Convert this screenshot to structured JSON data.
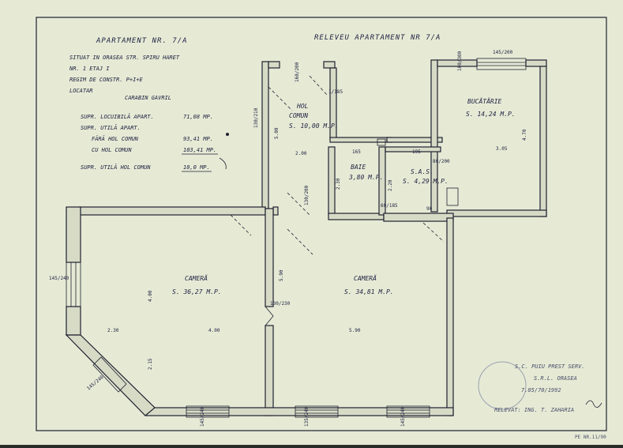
{
  "header": {
    "left_title": "APARTAMENT NR. 7/A",
    "center_title": "RELEVEU APARTAMENT NR 7/A"
  },
  "info": {
    "line1": "SITUAT IN ORASEA STR. SPIRU HARET",
    "line2": "NR. 1 ETAJ I",
    "line3": "REGIM DE CONSTR. P+I+E",
    "line4_key": "LOCATAR",
    "line4_val": "CARABIN GAVRIL"
  },
  "areas": {
    "locuibila_label": "SUPR. LOCUIBILĂ APART.",
    "locuibila_val": "71,08 MP.",
    "utila_label": "SUPR. UTILĂ APART.",
    "fara_label": "FĂRĂ HOL COMUN",
    "fara_val": "93,41 MP.",
    "cu_label": "CU HOL COMUN",
    "cu_val": "103,41 MP.",
    "hol_label": "SUPR. UTILĂ HOL COMUN",
    "hol_val": "10,0 MP."
  },
  "rooms": {
    "hol_name": "HOL",
    "hol_name2": "COMUN",
    "hol_area": "S. 10,00 M.P.",
    "bucatarie_name": "BUCĂTĂRIE",
    "bucatarie_area": "S. 14,24 M.P.",
    "baie_name": "BAIE",
    "baie_area": "3,80 M.P.",
    "wc_name": "S.A.S.",
    "wc_area": "S. 4,29 M.P.",
    "camera1_name": "CAMERĂ",
    "camera1_area": "S. 36,27 M.P.",
    "camera2_name": "CAMERĂ",
    "camera2_area": "S. 34,81 M.P."
  },
  "dims": {
    "d_500": "5.00",
    "d_200": "2.00",
    "d_165": "165",
    "d_195": "195",
    "d_230a": "2.30",
    "d_220": "2.20",
    "d_80_200": "80/200",
    "d_130_210": "130/210",
    "d_130_200": "130/200",
    "d_160_200": "160/200",
    "d_100_300": "100/300",
    "d_1_185": "1/185",
    "d_60_185": "60/185",
    "d_90": "90",
    "d_305": "3.05",
    "d_470": "4.70",
    "d_590v": "5.90",
    "d_400v": "4.00",
    "d_230b": "2.30",
    "d_400h": "4.00",
    "d_590h": "5.90",
    "d_215": "2.15",
    "d_130_230": "130/230",
    "d_145_240a": "145/240",
    "d_145_240b": "145/240",
    "d_145_240c": "145/240",
    "d_145_240d": "145/240",
    "d_135_240": "135/240",
    "d_145_200": "145/200"
  },
  "stamp": {
    "line1": "S.C. PUIU PREST SERV.",
    "line2": "S.R.L. ORASEA",
    "line3": "7.05/70/1992",
    "line4": "RELEVAT: ING. T. ZAHARIA",
    "corner": "PE NR.11/90"
  },
  "colors": {
    "paper": "#e6ead5",
    "ink": "#1f2130",
    "background": "#2b2d2a"
  }
}
